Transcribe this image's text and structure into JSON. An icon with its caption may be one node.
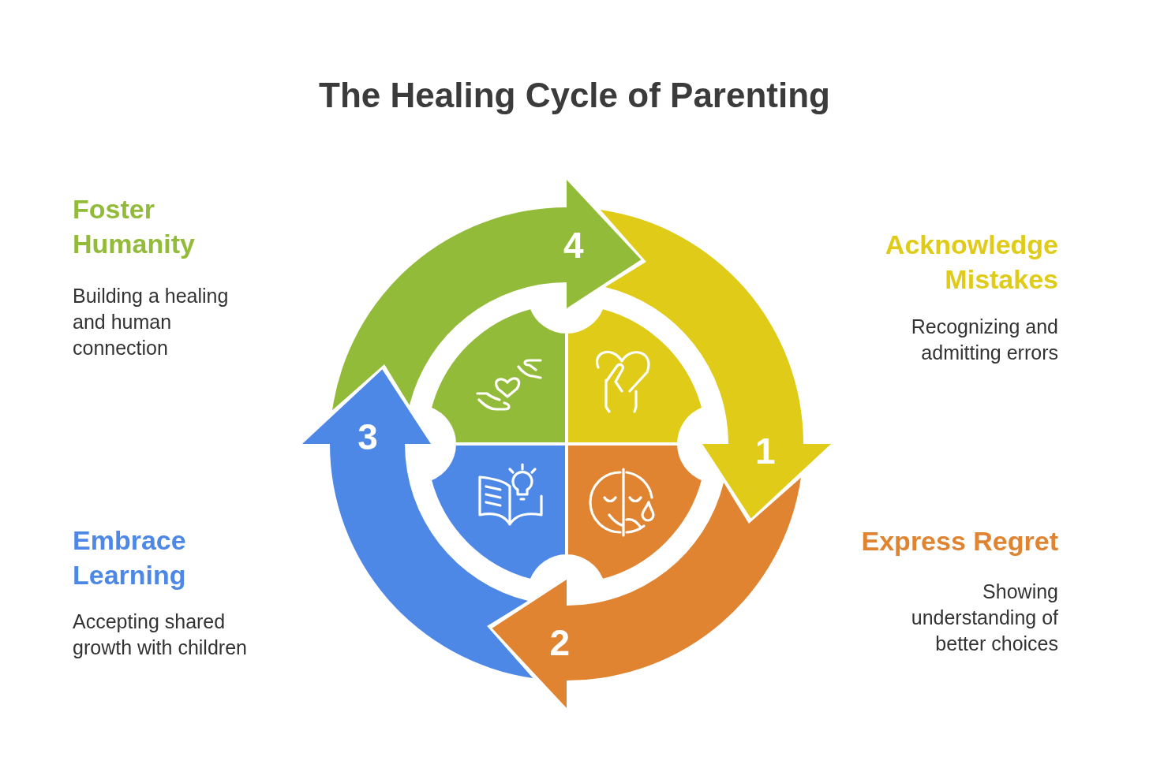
{
  "diagram": {
    "title": "The Healing Cycle of Parenting",
    "nodes": [
      {
        "text": [
          "1"
        ],
        "beside": [
          "Acknowledge Mistakes",
          "Recognizing and admitting errors"
        ]
      },
      {
        "text": [
          "2"
        ],
        "beside": [
          "Express Regret",
          "Showing understanding of better choices"
        ]
      },
      {
        "text": [
          "3"
        ],
        "beside": [
          "Embrace Learning",
          "Accepting shared growth with children"
        ]
      },
      {
        "text": [
          "4"
        ],
        "beside": [
          "Foster Humanity",
          "Building a healing and human connection"
        ]
      }
    ]
  }
}
